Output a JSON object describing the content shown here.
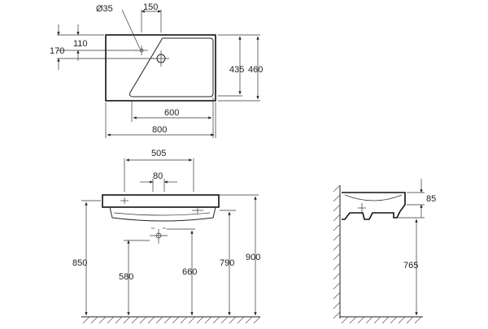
{
  "drawing": {
    "top_view": {
      "hole_diameter": "Ø35",
      "hole_offset": "150",
      "depth_110": "110",
      "depth_170": "170",
      "depth_435": "435",
      "depth_460": "460",
      "width_600": "600",
      "width_800": "800"
    },
    "front_view": {
      "width_505": "505",
      "spacing_80": "80",
      "height_850": "850",
      "height_580": "580",
      "height_660": "660",
      "height_790": "790",
      "height_900": "900"
    },
    "side_view": {
      "height_85": "85",
      "height_765": "765"
    }
  }
}
